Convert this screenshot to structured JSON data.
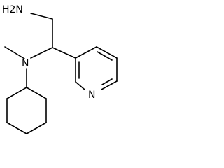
{
  "molecule": {
    "labels": {
      "amine": "H2N",
      "tertiary_amine": "N",
      "pyridine_nitrogen": "N"
    }
  }
}
